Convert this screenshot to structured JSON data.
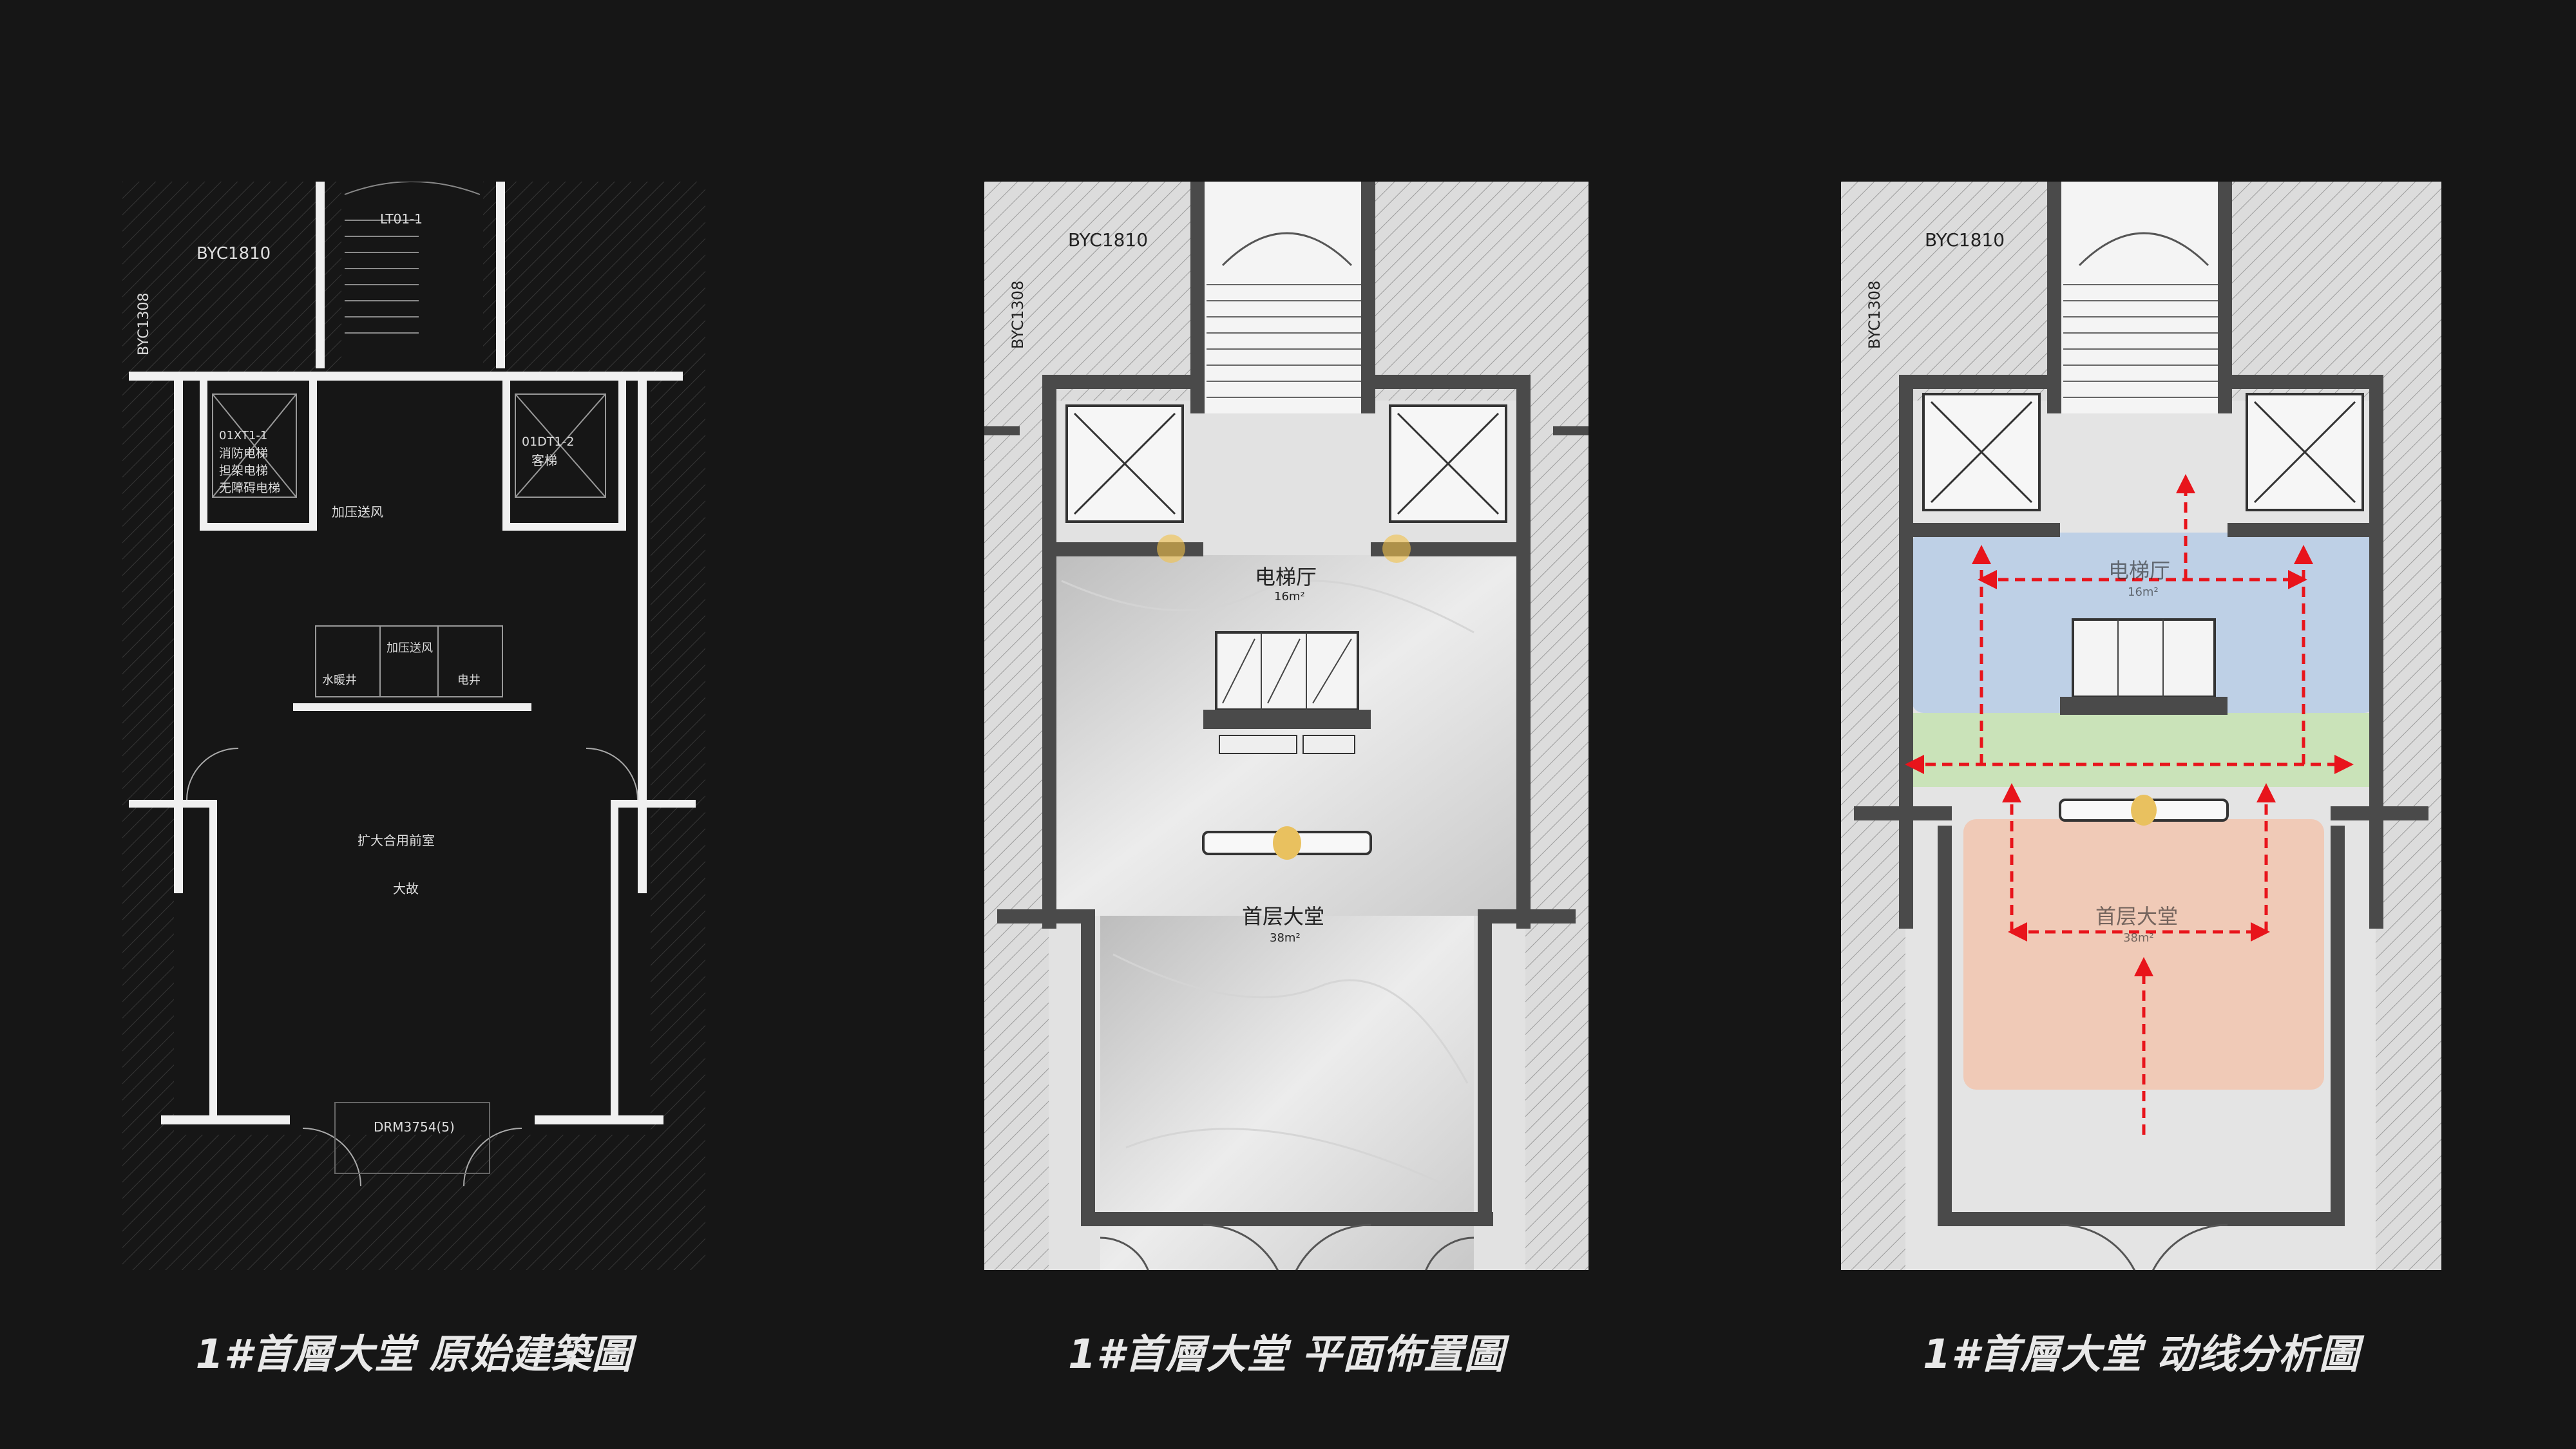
{
  "captions": {
    "original": "1#首層大堂 原始建築圖",
    "layout": "1#首層大堂 平面佈置圖",
    "circulation": "1#首層大堂 动线分析圖"
  },
  "plan_original": {
    "window_code": "BYC1810",
    "window_code_side": "BYC1308",
    "stair_code": "LT01-1",
    "elevator_left_code": "01XT1-1",
    "elevator_left_lines": [
      "消防电梯",
      "担架电梯",
      "无障碍电梯"
    ],
    "elevator_right_code": "01DT1-2",
    "elevator_right_label": "客梯",
    "pressurize_label": "加压送风",
    "water_shaft": "水暖井",
    "pressurize_shaft": "加压送风",
    "electric_shaft": "电井",
    "anteroom_label": "扩大合用前室",
    "lobby_label": "大故",
    "entrance_door": "DRM3754(5)"
  },
  "plan_layout": {
    "window_code": "BYC1810",
    "window_code_side": "BYC1308",
    "elevator_hall": "电梯厅",
    "elevator_hall_area": "16m²",
    "lobby": "首层大堂",
    "lobby_area": "38m²"
  },
  "plan_circulation": {
    "window_code": "BYC1810",
    "window_code_side": "BYC1308",
    "elevator_hall": "电梯厅",
    "elevator_hall_area": "16m²",
    "lobby": "首层大堂",
    "lobby_area": "38m²",
    "zone_colors": {
      "elevator_hall": "#b7cde6",
      "corridor": "#c7e2b4",
      "lobby": "#f1c7b1"
    },
    "arrow_color": "#e8141b"
  },
  "colors": {
    "background": "#161616",
    "caption": "#e8e8e8",
    "plan_bg": "#dcdcdc",
    "wall": "#4a4a4a"
  }
}
